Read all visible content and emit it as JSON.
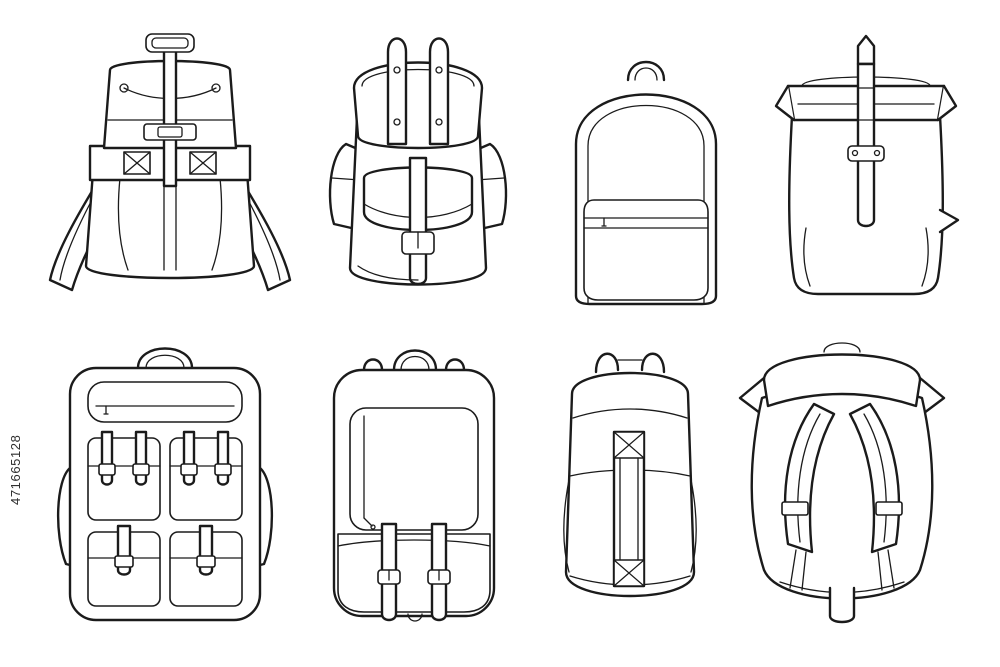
{
  "page": {
    "background_color": "#ffffff",
    "line_color": "#1b1b1b",
    "description": "Set of eight backpack technical flat sketch line drawings, outline vector style, arranged in two rows of four on a white background"
  },
  "watermark": {
    "id_text": "471665128"
  },
  "figures": [
    {
      "label": "drawstring flap backpack sketch with top handle and side shoulder straps",
      "row": 1,
      "col": 1
    },
    {
      "label": "canvas rucksack sketch with buckled lid straps and front flap pocket",
      "row": 1,
      "col": 2
    },
    {
      "label": "classic dome school backpack sketch with front zip pocket",
      "row": 1,
      "col": 3
    },
    {
      "label": "roll-top backpack sketch with center vertical strap and buckle plate",
      "row": 1,
      "col": 4
    },
    {
      "label": "utility cargo backpack sketch with top zip pocket and four buckled flap pockets",
      "row": 2,
      "col": 1
    },
    {
      "label": "front-panel backpack sketch with large zip compartment and twin bottom straps",
      "row": 2,
      "col": 2
    },
    {
      "label": "tall daypack sketch with center webbing strap and cross-stitch boxes",
      "row": 2,
      "col": 3
    },
    {
      "label": "hiking backpack rear-view sketch with padded shoulder straps",
      "row": 2,
      "col": 4
    }
  ]
}
